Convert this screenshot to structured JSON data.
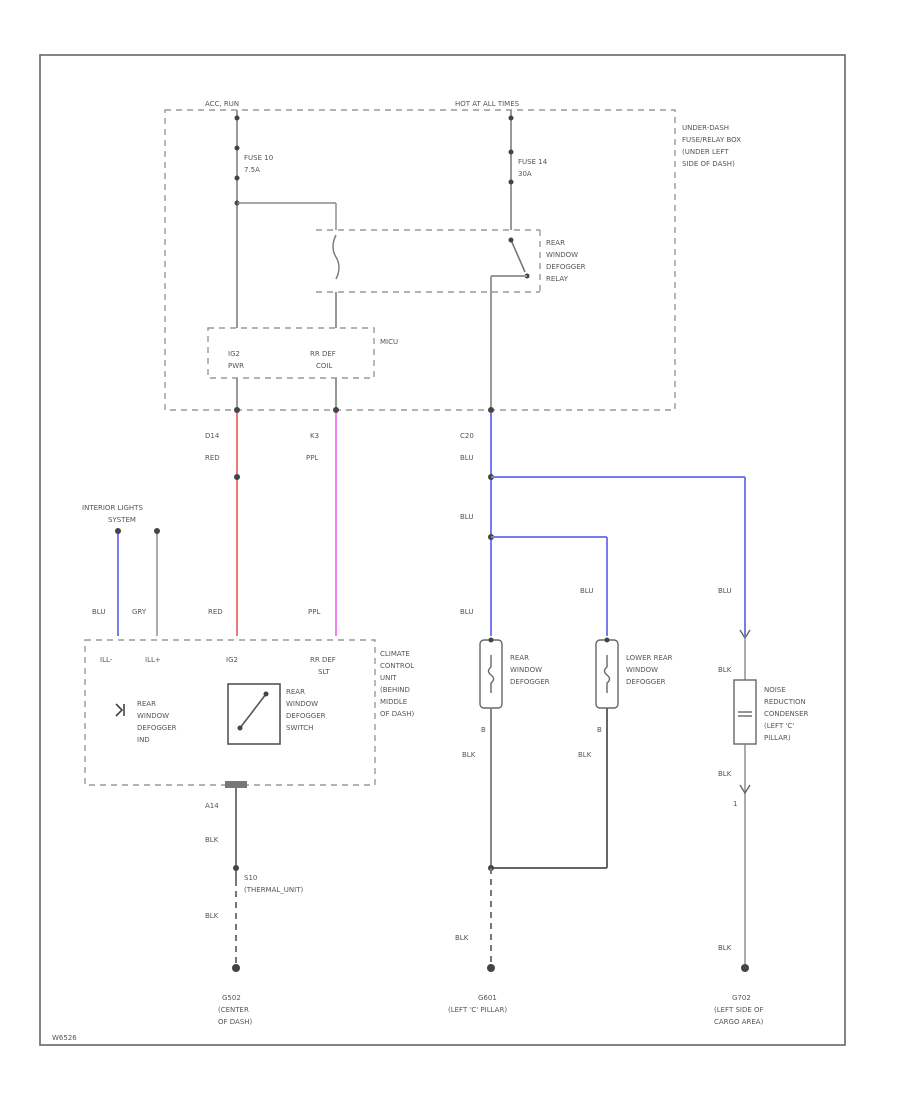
{
  "colors": {
    "red": "#f07a7a",
    "pink": "#f080f0",
    "blue": "#7a7af0",
    "gray_wire": "#9a9a9a",
    "dark_wire": "#666666",
    "box": "#555555"
  },
  "diagram_id": "W6526",
  "fuse_box": {
    "feed_acc": "ACC, RUN",
    "feed_hot": "HOT AT ALL TIMES",
    "label": [
      "UNDER-DASH",
      "FUSE/RELAY BOX",
      "(UNDER LEFT",
      "SIDE OF DASH)"
    ],
    "fuse1_name": "FUSE 10",
    "fuse1_rating": "7.5A",
    "fuse2_name": "FUSE 14",
    "fuse2_rating": "30A",
    "relay_label": [
      "REAR",
      "WINDOW",
      "DEFOGGER",
      "RELAY"
    ],
    "micu_label": "MICU",
    "micu_pin1": [
      "IG2",
      "PWR"
    ],
    "micu_pin2": [
      "RR DEF",
      "COIL"
    ]
  },
  "wires": {
    "c1_conn": "D14",
    "c1_color": "RED",
    "c2_conn": "K3",
    "c2_color": "PPL",
    "c3_conn": "C20",
    "c3_color1": "BLU",
    "c3_color2": "BLU",
    "c3_color3": "BLU",
    "c3_color4": "BLU",
    "c4_color": "BLU",
    "c5_color": "BLU",
    "ext_label1": "INTERIOR LIGHTS",
    "ext_label2": "SYSTEM",
    "ill_color": "BLU",
    "ill_color2": "GRY",
    "ig2_color": "RED",
    "rr_color": "PPL"
  },
  "control": {
    "pin_ill_minus": "ILL-",
    "pin_ill_plus": "ILL+",
    "pin_ig2": "IG2",
    "pin_rrdef": [
      "RR DEF",
      "SLT"
    ],
    "label": [
      "CLIMATE",
      "CONTROL",
      "UNIT",
      "(BEHIND",
      "MIDDLE",
      "OF DASH)"
    ],
    "indicator": [
      "REAR",
      "WINDOW",
      "DEFOGGER",
      "IND"
    ],
    "switch": [
      "REAR",
      "WINDOW",
      "DEFOGGER",
      "SWITCH"
    ],
    "gnd_conn": "A14",
    "gnd_color": "BLK",
    "splice": [
      "S10",
      "(THERMAL_UNIT)"
    ],
    "gnd_color2": "BLK",
    "gnd": [
      "G502",
      "(CENTER",
      "OF DASH)"
    ]
  },
  "defoggers": {
    "def1": [
      "REAR",
      "WINDOW",
      "DEFOGGER"
    ],
    "def2": [
      "LOWER REAR",
      "WINDOW",
      "DEFOGGER"
    ],
    "def1_pin": "B",
    "def2_pin": "B",
    "blk1": "BLK",
    "blk2": "BLK",
    "blk3": "BLK",
    "gnd": [
      "G601",
      "(LEFT 'C' PILLAR)"
    ]
  },
  "condenser": {
    "label": [
      "NOISE",
      "REDUCTION",
      "CONDENSER",
      "(LEFT 'C'",
      "PILLAR)"
    ],
    "top_color": "BLK",
    "mid_color": "BLK",
    "pin": "1",
    "bot_color": "BLK",
    "gnd": [
      "G702",
      "(LEFT SIDE OF",
      "CARGO AREA)"
    ]
  }
}
